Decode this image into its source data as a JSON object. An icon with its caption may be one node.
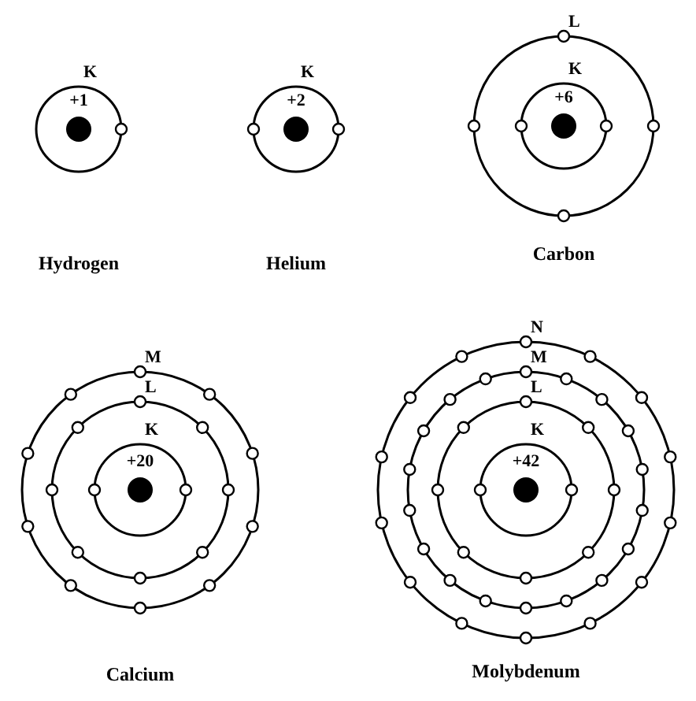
{
  "diagram": {
    "nodes": [
      {
        "text": [
          "K"
        ]
      },
      {
        "text": [
          "+1"
        ],
        "in": 0
      },
      {
        "text": [
          "K"
        ]
      },
      {
        "text": [
          "+2"
        ],
        "in": 2
      },
      {
        "text": [
          "L"
        ]
      },
      {
        "text": [
          "K"
        ],
        "in": 4
      },
      {
        "text": [
          "+6"
        ],
        "in": 5
      },
      {
        "text": [
          "M"
        ]
      },
      {
        "text": [
          "L"
        ],
        "in": 7
      },
      {
        "text": [
          "K"
        ],
        "in": 8
      },
      {
        "text": [
          "+20"
        ],
        "in": 9
      },
      {
        "text": [
          "N"
        ]
      },
      {
        "text": [
          "M"
        ],
        "in": 11
      },
      {
        "text": [
          "L"
        ],
        "in": 12
      },
      {
        "text": [
          "K"
        ],
        "in": 13
      },
      {
        "text": [
          "+42"
        ],
        "in": 14
      }
    ],
    "labels": [
      "Hydrogen",
      "Helium",
      "Carbon",
      "Calcium",
      "Molybdenum"
    ]
  }
}
